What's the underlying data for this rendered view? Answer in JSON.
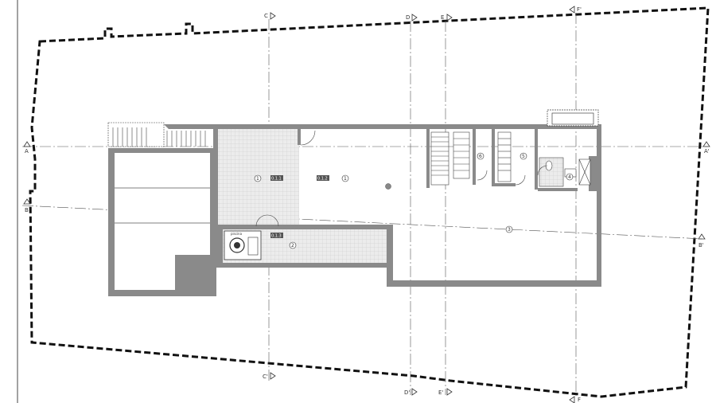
{
  "sections": {
    "C_top": "C",
    "C_bottom": "C'",
    "D_top": "D",
    "D_bottom": "D'",
    "E_top": "E",
    "E_bottom": "E'",
    "F_top": "F'",
    "F_bottom": "F",
    "A_left": "A",
    "A_right": "A'",
    "B_left": "B",
    "B_right": "B'"
  },
  "rooms": {
    "r1a": "1",
    "r1b": "1",
    "r2": "2",
    "r3": "3",
    "r4": "4",
    "r5": "5",
    "r6": "6"
  },
  "tags": {
    "t1": "0.1.1",
    "t2": "0.1.2",
    "t3": "0.1.3"
  },
  "equipment": {
    "label": "piscina"
  },
  "colors": {
    "wall": "#8a8a8a",
    "boundary": "#111111",
    "axis": "#555555",
    "tile": "#e6e6e6"
  }
}
